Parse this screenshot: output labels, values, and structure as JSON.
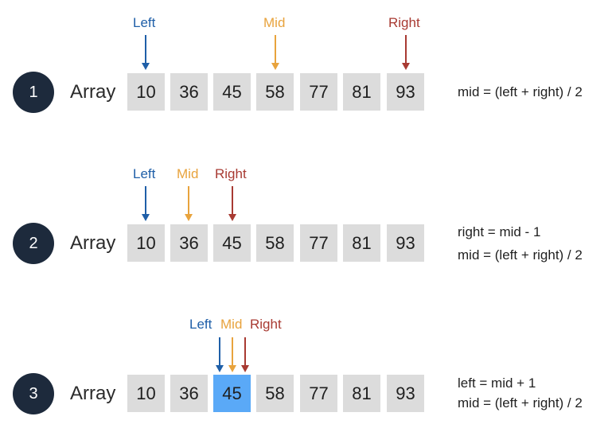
{
  "colors": {
    "left": "#1f5fa8",
    "mid": "#e8a33d",
    "right": "#a83a32",
    "badge": "#1d2a3c",
    "cell": "#dcdcdc",
    "highlight": "#5aa9f7"
  },
  "array_label": "Array",
  "array_values": [
    "10",
    "36",
    "45",
    "58",
    "77",
    "81",
    "93"
  ],
  "steps": [
    {
      "number": "1",
      "pointers": {
        "left": "Left",
        "mid": "Mid",
        "right": "Right"
      },
      "formula": [
        "mid = (left + right) / 2"
      ]
    },
    {
      "number": "2",
      "pointers": {
        "left": "Left",
        "mid": "Mid",
        "right": "Right"
      },
      "formula": [
        "right = mid - 1",
        "mid = (left + right) / 2"
      ]
    },
    {
      "number": "3",
      "pointers": {
        "left": "Left",
        "mid": "Mid",
        "right": "Right"
      },
      "highlighted_value": "45",
      "formula": [
        "left = mid + 1",
        "mid = (left + right) / 2"
      ]
    }
  ]
}
